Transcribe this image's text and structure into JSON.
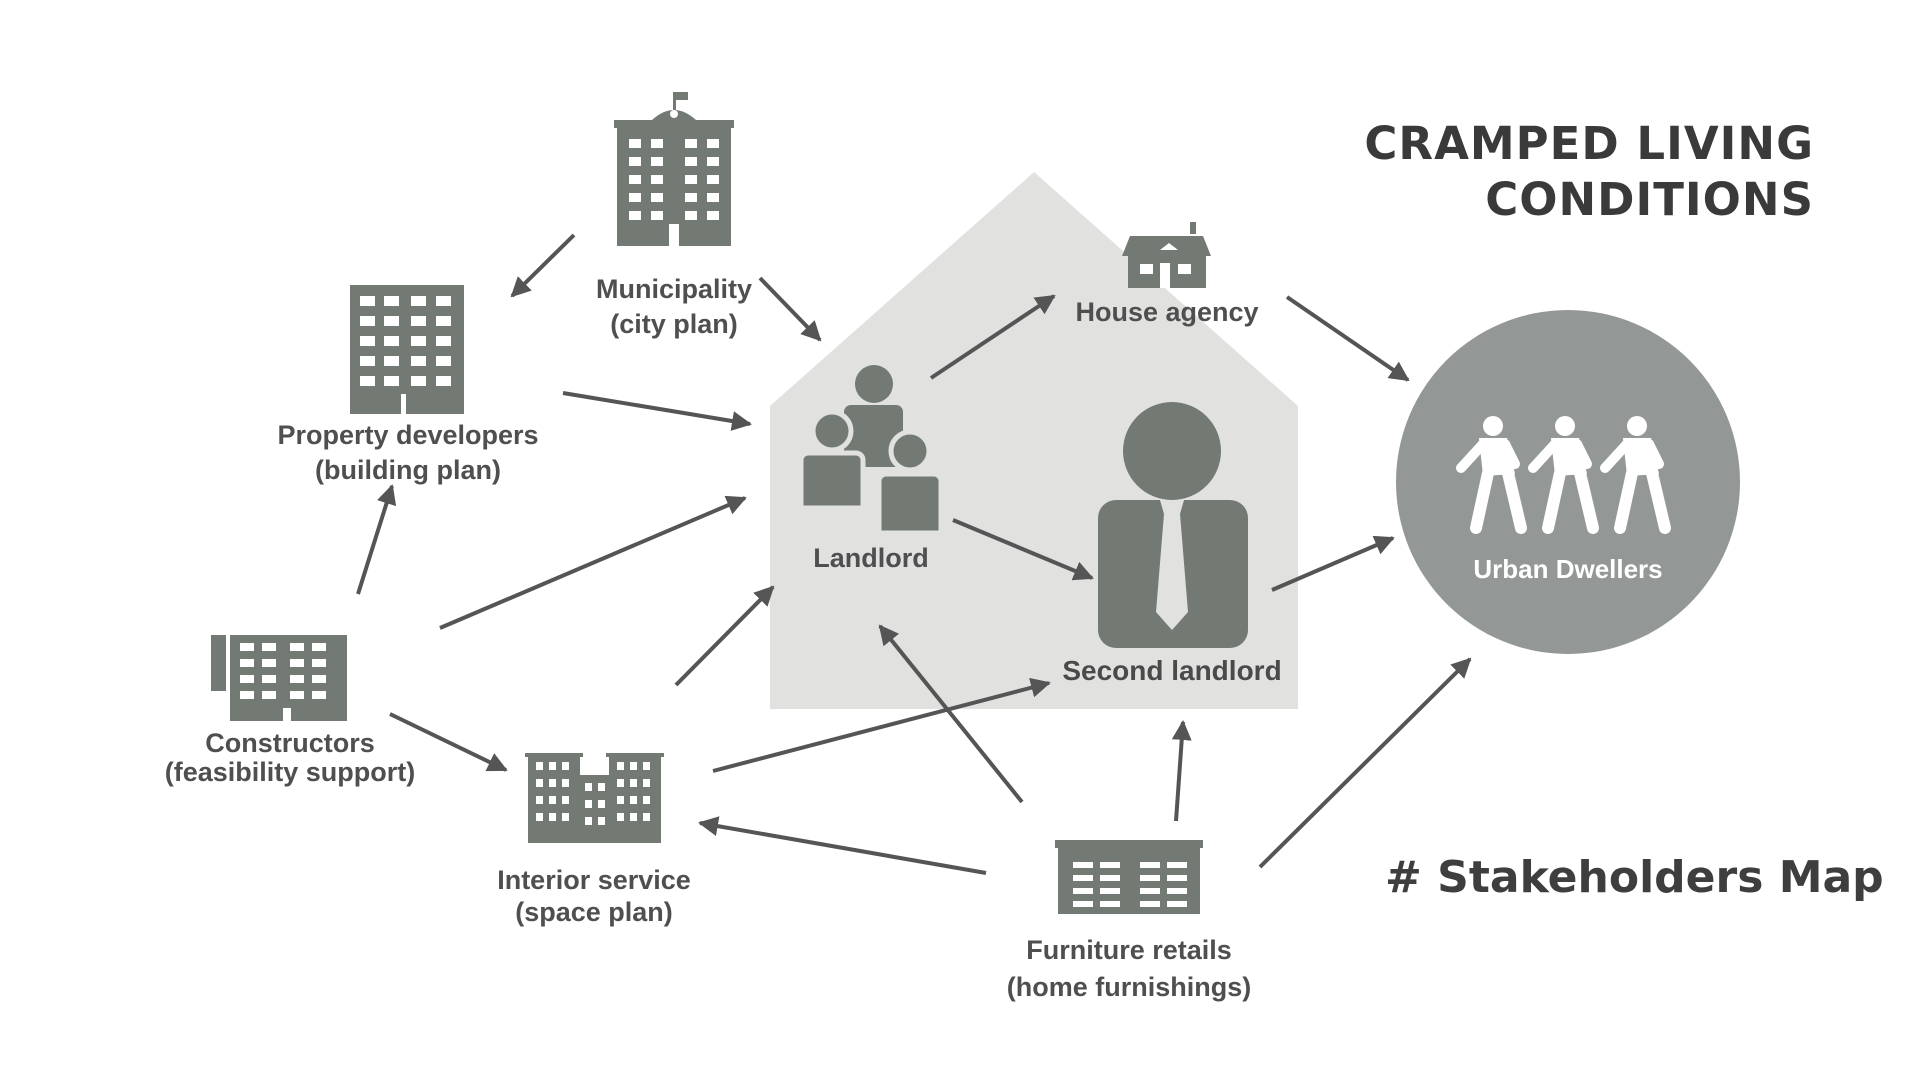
{
  "title": {
    "line1": "CRAMPED LIVING",
    "line2": "CONDITIONS"
  },
  "subtitle": "# Stakeholders Map",
  "colors": {
    "icon": "#727a73",
    "house_bg": "#e1e2e0",
    "circle": "#939896",
    "arrow": "#555555",
    "text": "#4f4f4f"
  },
  "nodes": {
    "municipality": {
      "line1": "Municipality",
      "line2": "(city plan)",
      "icon": "government-building-icon"
    },
    "property_developers": {
      "line1": "Property developers",
      "line2": "(building plan)",
      "icon": "office-tower-icon"
    },
    "constructors": {
      "line1": "Constructors",
      "line2": "(feasibility support)",
      "icon": "construction-building-icon"
    },
    "interior_service": {
      "line1": "Interior service",
      "line2": "(space plan)",
      "icon": "apartment-block-icon"
    },
    "furniture_retails": {
      "line1": "Furniture retails",
      "line2": "(home furnishings)",
      "icon": "store-building-icon"
    },
    "house_agency": {
      "line1": "House agency",
      "icon": "house-icon"
    },
    "landlord": {
      "line1": "Landlord",
      "icon": "group-people-icon"
    },
    "second_landlord": {
      "line1": "Second landlord",
      "icon": "businessman-icon"
    },
    "urban_dwellers": {
      "line1": "Urban Dwellers",
      "icon": "walking-people-icon"
    }
  },
  "relations": [
    {
      "from": "municipality",
      "to": "property_developers"
    },
    {
      "from": "municipality",
      "to": "landlord"
    },
    {
      "from": "property_developers",
      "to": "landlord"
    },
    {
      "from": "constructors",
      "to": "property_developers"
    },
    {
      "from": "constructors",
      "to": "landlord"
    },
    {
      "from": "constructors",
      "to": "interior_service"
    },
    {
      "from": "interior_service",
      "to": "landlord"
    },
    {
      "from": "interior_service",
      "to": "second_landlord"
    },
    {
      "from": "furniture_retails",
      "to": "interior_service"
    },
    {
      "from": "furniture_retails",
      "to": "landlord"
    },
    {
      "from": "furniture_retails",
      "to": "second_landlord"
    },
    {
      "from": "furniture_retails",
      "to": "urban_dwellers"
    },
    {
      "from": "landlord",
      "to": "house_agency"
    },
    {
      "from": "landlord",
      "to": "second_landlord"
    },
    {
      "from": "house_agency",
      "to": "urban_dwellers"
    },
    {
      "from": "second_landlord",
      "to": "urban_dwellers"
    }
  ]
}
